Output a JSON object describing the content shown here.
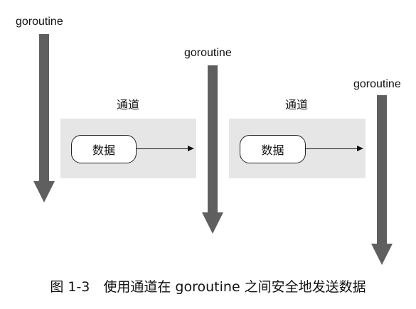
{
  "goroutines": [
    {
      "label": "goroutine"
    },
    {
      "label": "goroutine"
    },
    {
      "label": "goroutine"
    }
  ],
  "channels": [
    {
      "label": "通道",
      "data_label": "数据"
    },
    {
      "label": "通道",
      "data_label": "数据"
    }
  ],
  "caption": "图 1-3　使用通道在 goroutine 之间安全地发送数据"
}
